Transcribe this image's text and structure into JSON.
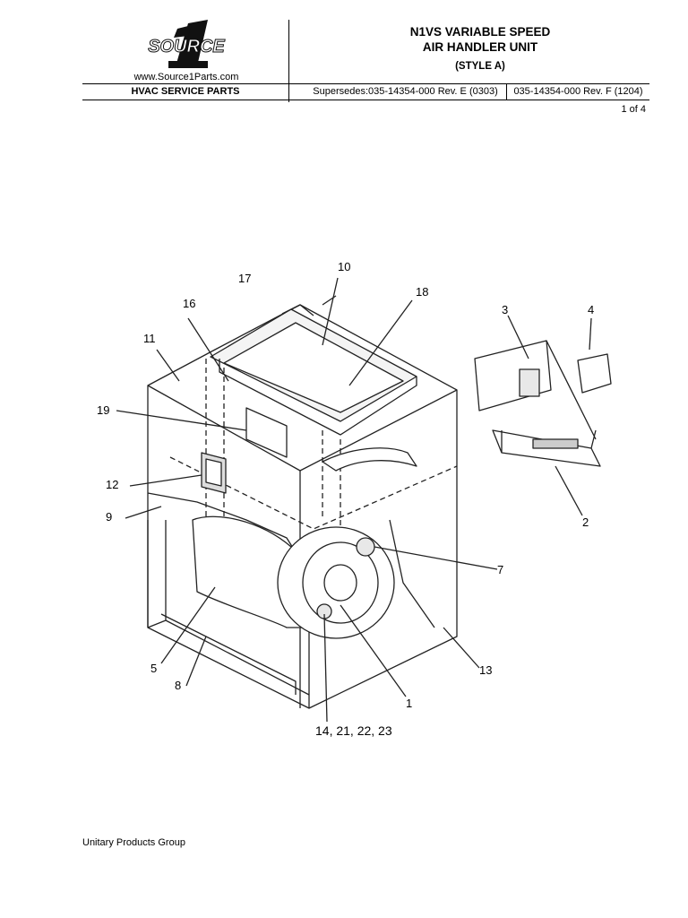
{
  "header": {
    "logo_text": "SOURCE",
    "logo_numeral": "1",
    "website": "www.Source1Parts.com",
    "title_line1": "N1VS  VARIABLE SPEED",
    "title_line2": "AIR HANDLER UNIT",
    "title_line3": "(STYLE A)",
    "section": "HVAC SERVICE PARTS",
    "supersedes": "Supersedes:035-14354-000 Rev. E (0303)",
    "doc_number": "035-14354-000 Rev. F (1204)",
    "page": "1 of  4"
  },
  "diagram": {
    "callouts": [
      "10",
      "17",
      "18",
      "16",
      "11",
      "3",
      "4",
      "19",
      "12",
      "9",
      "2",
      "7",
      "5",
      "8",
      "13",
      "1",
      "14, 21, 22, 23"
    ]
  },
  "footer": {
    "company": "Unitary Products Group"
  }
}
